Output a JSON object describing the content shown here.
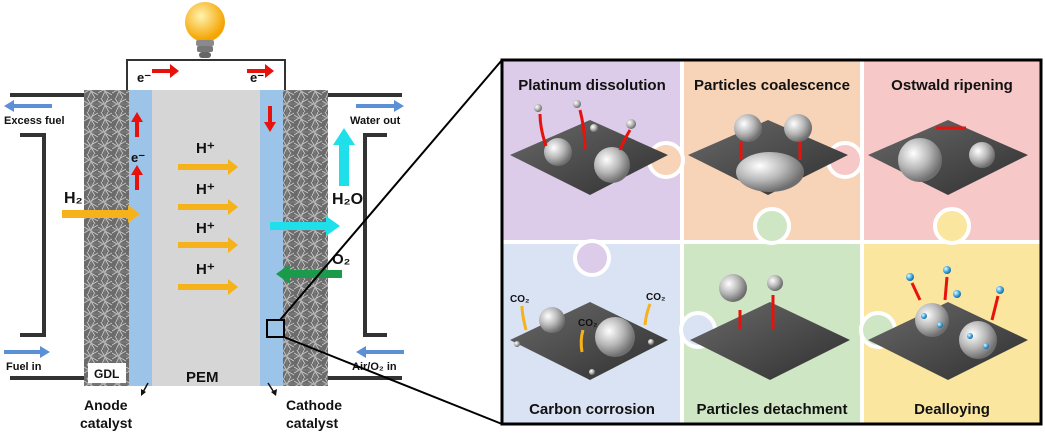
{
  "cell": {
    "electron": "e⁻",
    "proton": "H⁺",
    "hydrogen": "H₂",
    "water": "H₂O",
    "oxygen": "O₂",
    "excess_fuel": "Excess fuel",
    "water_out": "Water out",
    "fuel_in": "Fuel in",
    "air_in": "Air/O₂ in",
    "gdl": "GDL",
    "pem": "PEM",
    "anode_line1": "Anode",
    "anode_line2": "catalyst",
    "cathode_line1": "Cathode",
    "cathode_line2": "catalyst"
  },
  "panels": {
    "platinum_dissolution": "Platinum dissolution",
    "particles_coalescence": "Particles coalescence",
    "ostwald_ripening": "Ostwald ripening",
    "carbon_corrosion": "Carbon corrosion",
    "particles_detachment": "Particles detachment",
    "dealloying": "Dealloying"
  },
  "co2": "CO₂",
  "colors": {
    "purple": "#dccbe9",
    "orange": "#f7d3b8",
    "pink": "#f6c8c8",
    "lightblue": "#d9e3f3",
    "green": "#cfe6c5",
    "yellow": "#fbe6a0",
    "membrane_blue": "#9cc3e8",
    "pem_gray": "#d6d6d6",
    "arrow_orange": "#f6b21b",
    "arrow_red": "#e8120c",
    "arrow_cyan": "#1fe0ea",
    "arrow_green": "#1a9a4a",
    "arrow_blue": "#5b8fd6"
  }
}
